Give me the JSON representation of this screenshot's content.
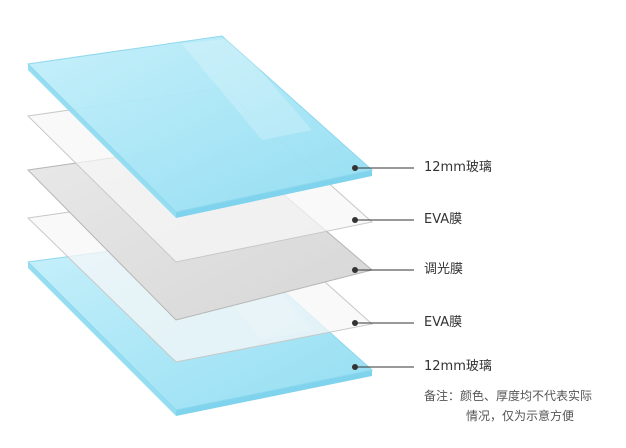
{
  "layers": [
    {
      "id": "top-glass",
      "label": "12mm玻璃",
      "material": "glass",
      "fill": "#a9e6f6",
      "stroke": "#8fd8ee"
    },
    {
      "id": "upper-eva",
      "label": "EVA膜",
      "material": "film",
      "fill": "#f7f7f7",
      "stroke": "#c8c8c8"
    },
    {
      "id": "dimming-film",
      "label": "调光膜",
      "material": "dimming",
      "fill": "#e0e0e0",
      "stroke": "#b5b5b5"
    },
    {
      "id": "lower-eva",
      "label": "EVA膜",
      "material": "film",
      "fill": "#f7f7f7",
      "stroke": "#c8c8c8"
    },
    {
      "id": "bottom-glass",
      "label": "12mm玻璃",
      "material": "glass",
      "fill": "#a9e6f6",
      "stroke": "#8fd8ee"
    }
  ],
  "note": {
    "line1": "备注：颜色、厚度均不代表实际",
    "line2": "情况，仅为示意方便"
  },
  "colors": {
    "leader_line": "#333333",
    "leader_dot": "#333333"
  }
}
